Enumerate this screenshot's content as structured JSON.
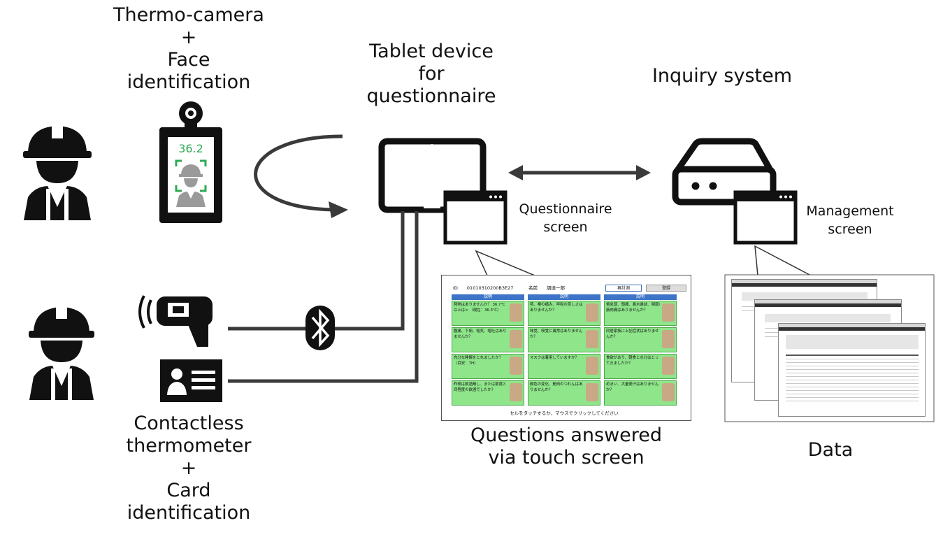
{
  "labels": {
    "thermo_camera": "Thermo-camera\n+\nFace\nidentification",
    "tablet": "Tablet device\nfor\nquestionnaire",
    "inquiry": "Inquiry system",
    "questionnaire_screen": "Questionnaire\nscreen",
    "management_screen": "Management\nscreen",
    "contactless": "Contactless\nthermometer\n+\nCard\nidentification",
    "questions_touch": "Questions answered\nvia touch screen",
    "data": "Data"
  },
  "thermo_display": "36.2",
  "questionnaire": {
    "id": "ID　　01010310200B3E27",
    "name": "名前　　調達一部",
    "remeasure": "再計測",
    "register": "登録",
    "headers": [
      "説明",
      "説明",
      "説明"
    ],
    "cells": [
      [
        "発熱はありませんか？ 36.7℃以上は× （現在：36.3℃）",
        "咳、喉の痛み、呼吸の苦しさはありませんか？",
        "倦怠感、頭痛、鼻水鼻詰、関節/筋肉痛はありませんか？"
      ],
      [
        "腹痛、下痢、嘔気、嘔吐はありませんか？",
        "味覚、嗅覚に異常はありませんか？",
        "同居家族に上記症状はありませんか？"
      ],
      [
        "充分な睡眠をとれましたか？（目安：7H）",
        "マスクは着用していますか？",
        "食欲があり、朝食と水分はとってきましたか？"
      ],
      [
        "昨夜は飲酒無し、または節度と同程度の飲酒でしたか？",
        "顔色の変化、筋肉のつれんはありませんか？",
        "めまい、大量発汗はありませんか？"
      ]
    ],
    "footer": "セルをタッチするか、マウスでクリックしてください"
  },
  "colors": {
    "cell_green": "#8ee58a",
    "header_blue": "#3d74c8",
    "thermo_green": "#2daa52",
    "line_dark": "#3a3a3a"
  },
  "icons": [
    "worker-icon",
    "thermo-camera-icon",
    "tablet-icon",
    "window-icon",
    "server-icon",
    "thermometer-gun-icon",
    "id-card-icon",
    "bluetooth-icon"
  ]
}
